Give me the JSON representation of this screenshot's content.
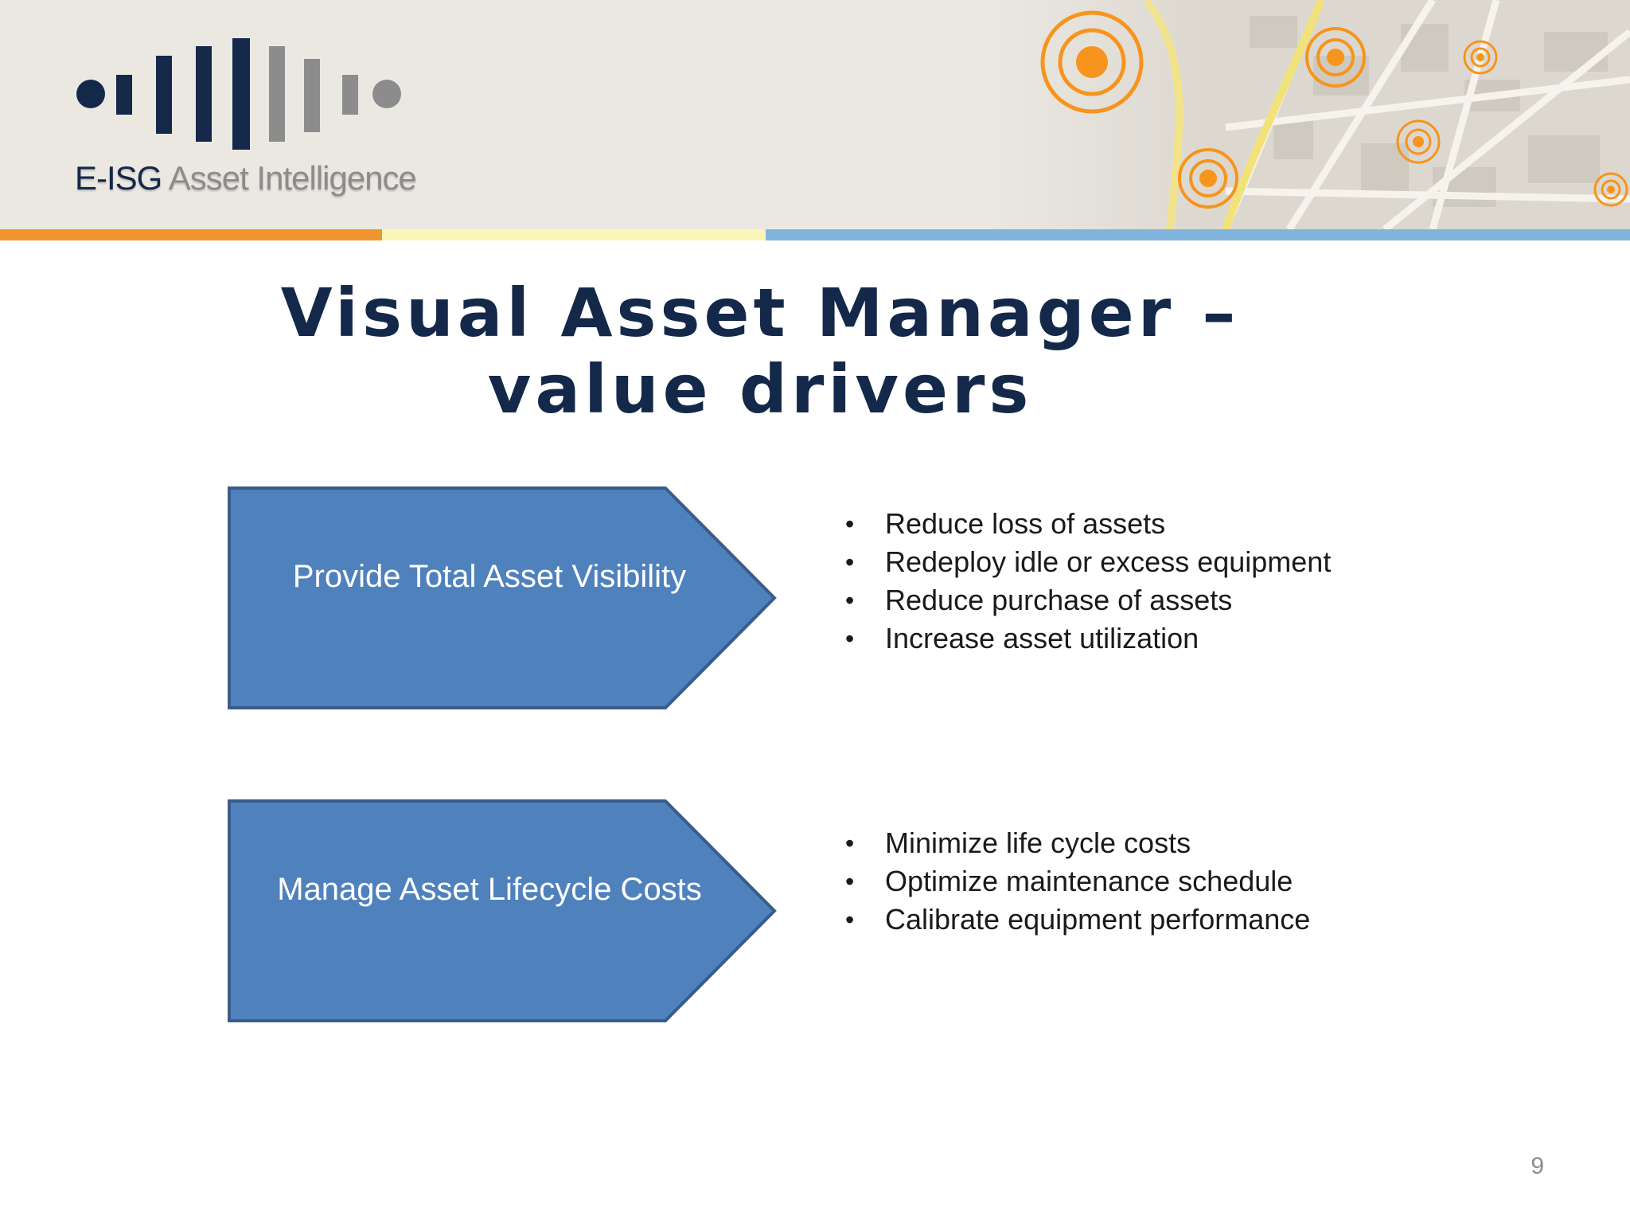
{
  "header": {
    "logo": {
      "brand": "E-ISG",
      "tagline": "Asset Intelligence"
    },
    "map_background": "city-street-map-with-orange-location-markers"
  },
  "slide": {
    "title": "Visual Asset Manager – value drivers",
    "drivers": [
      {
        "label": "Provide Total Asset Visibility",
        "bullets": [
          "Reduce loss of assets",
          "Redeploy idle or excess equipment",
          "Reduce purchase of assets",
          "Increase asset utilization"
        ]
      },
      {
        "label": "Manage Asset Lifecycle Costs",
        "bullets": [
          "Minimize life cycle costs",
          "Optimize maintenance schedule",
          "Calibrate equipment performance"
        ]
      }
    ],
    "bullet_symbol": "•",
    "page_number": "9"
  },
  "colors": {
    "navy": "#14284a",
    "arrow_fill": "#4f81bd",
    "arrow_border": "#385d8a",
    "stripe_orange": "#f0942d",
    "stripe_yellow": "#fbf6b7",
    "stripe_blue": "#80b4dc",
    "marker_orange": "#f7941d"
  }
}
